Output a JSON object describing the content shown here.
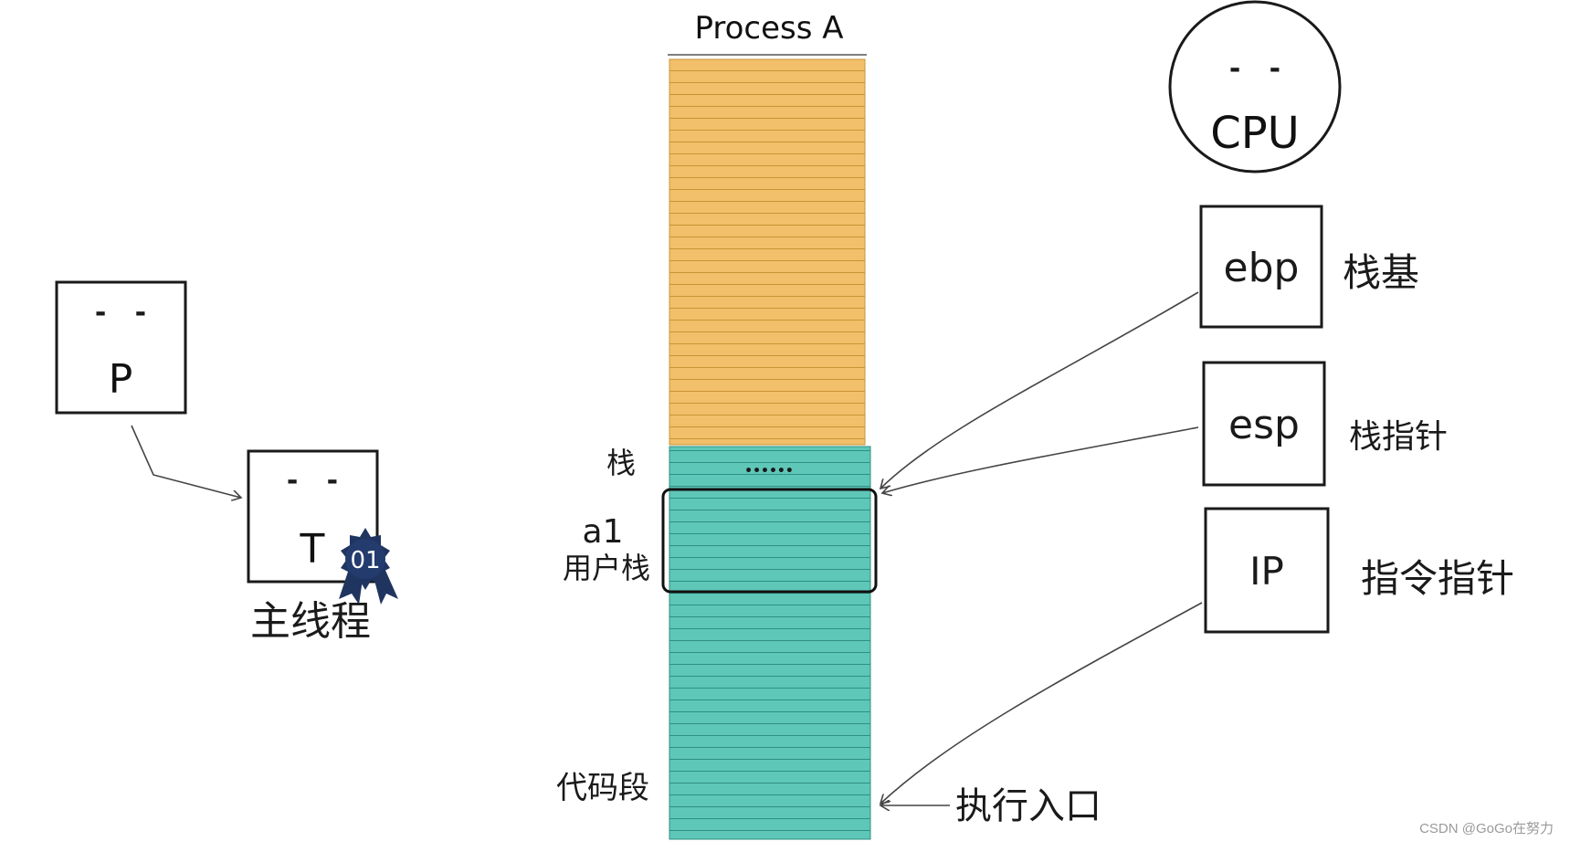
{
  "process": {
    "title": "Process A",
    "stack_label": "栈",
    "dots": "••••••",
    "a1_label": "a1",
    "user_stack_label": "用户栈",
    "code_label": "代码段",
    "colors": {
      "top": "#f2c06a",
      "bottom": "#5ec7b8"
    }
  },
  "left": {
    "process_box": "P",
    "thread_box": "T",
    "badge": "01",
    "thread_caption": "主线程"
  },
  "cpu": {
    "label": "CPU",
    "registers": [
      {
        "name": "ebp",
        "desc": "栈基"
      },
      {
        "name": "esp",
        "desc": "栈指针"
      },
      {
        "name": "IP",
        "desc": "指令指针"
      }
    ],
    "entry_label": "执行入口"
  },
  "watermark": "CSDN @GoGo在努力"
}
